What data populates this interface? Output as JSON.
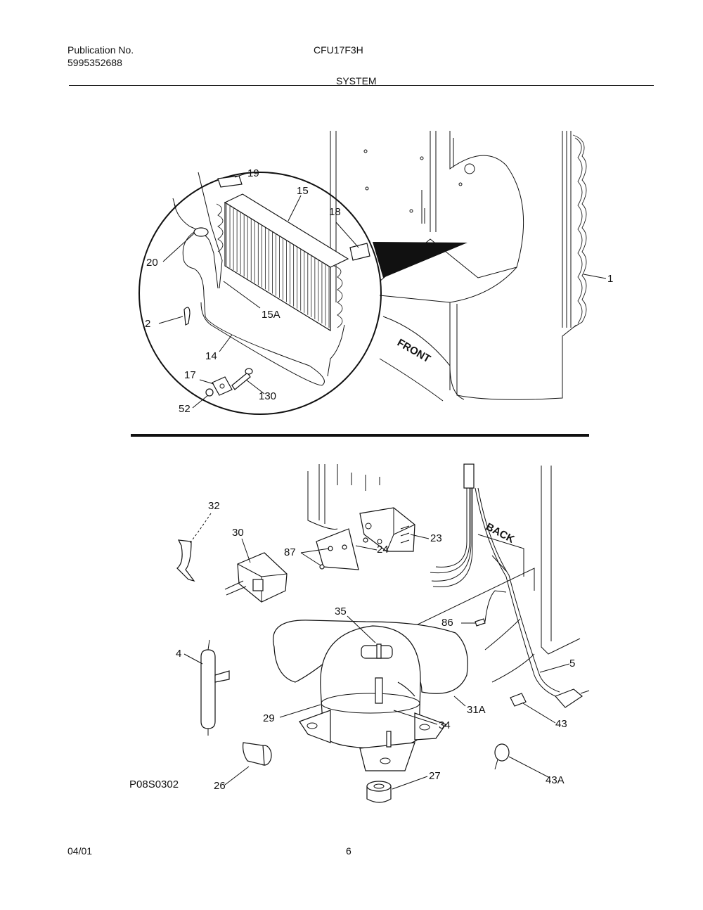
{
  "header": {
    "publication_label": "Publication No.",
    "publication_number": "5995352688",
    "model": "CFU17F3H",
    "section": "SYSTEM"
  },
  "diagram": {
    "top_labels": {
      "p19": "19",
      "p15": "15",
      "p18": "18",
      "p20": "20",
      "p15a": "15A",
      "p2": "2",
      "p14": "14",
      "p17": "17",
      "p130": "130",
      "p52": "52",
      "p1": "1",
      "front": "FRONT"
    },
    "bottom_labels": {
      "p32": "32",
      "p30": "30",
      "p87": "87",
      "p23": "23",
      "p24": "24",
      "back": "BACK",
      "p35": "35",
      "p86": "86",
      "p4": "4",
      "p5": "5",
      "p29": "29",
      "p31a": "31A",
      "p34": "34",
      "p43": "43",
      "p27": "27",
      "p26": "26",
      "p43a": "43A"
    },
    "drawing_code": "P08S0302"
  },
  "footer": {
    "date": "04/01",
    "page": "6"
  }
}
